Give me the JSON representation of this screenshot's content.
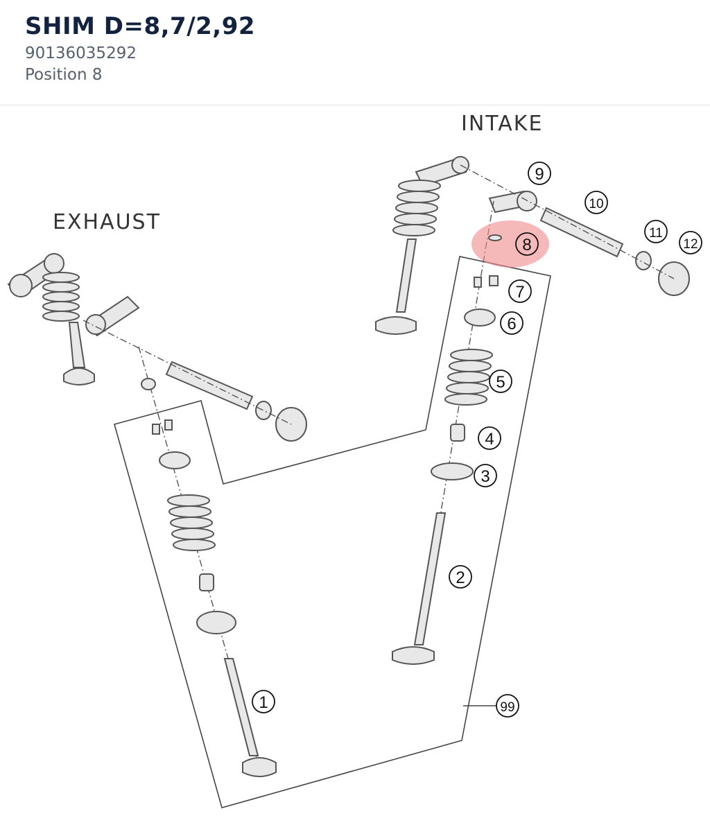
{
  "header": {
    "title": "SHIM D=8,7/2,92",
    "part_number": "90136035292",
    "position": "Position 8"
  },
  "diagram": {
    "label_exhaust": "EXHAUST",
    "label_intake": "INTAKE",
    "callouts": [
      "1",
      "2",
      "3",
      "4",
      "5",
      "6",
      "7",
      "8",
      "9",
      "10",
      "11",
      "12",
      "99"
    ],
    "highlighted_callout": "8",
    "highlight_color": "#f08a8a"
  }
}
